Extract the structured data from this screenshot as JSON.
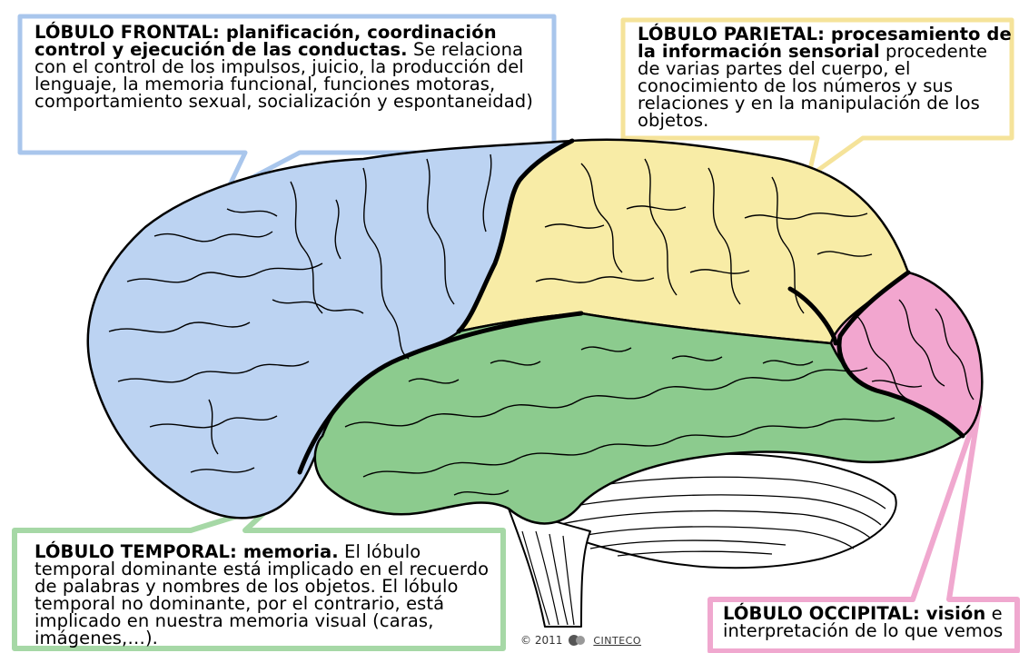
{
  "colors": {
    "frontal": "#bcd3f2",
    "parietal": "#f8eca6",
    "temporal": "#8ccb8e",
    "occipital": "#f2a6cf",
    "cerebellum": "#ffffff",
    "frontal_border": "#a9c6ec",
    "parietal_border": "#f5e39a",
    "temporal_border": "#a6d8a6",
    "occipital_border": "#f0a8cf"
  },
  "callouts": {
    "frontal": {
      "title": "LÓBULO FRONTAL: planificación, coordinación control y ejecución de las conductas.",
      "body": " Se relaciona con el control de los impulsos, juicio, la producción del lenguaje, la memoria funcional, funciones motoras, comportamiento sexual, socialización y espontaneidad)"
    },
    "parietal": {
      "title": "LÓBULO PARIETAL: procesamiento de la información sensorial",
      "body": " procedente de varias partes del cuerpo, el conocimiento de los números y sus relaciones y en la manipulación de los objetos."
    },
    "temporal": {
      "title": "LÓBULO TEMPORAL: memoria.",
      "body": " El lóbulo temporal dominante está implicado en el recuerdo de palabras y nombres de los objetos. El lóbulo temporal no dominante, por el contrario, está implicado en nuestra memoria visual (caras, imágenes,…)."
    },
    "occipital": {
      "title": "LÓBULO OCCIPITAL: visión",
      "body": " e interpretación de lo que vemos"
    }
  },
  "copyright": {
    "year_text": "© 2011",
    "brand": "CINTECO"
  }
}
